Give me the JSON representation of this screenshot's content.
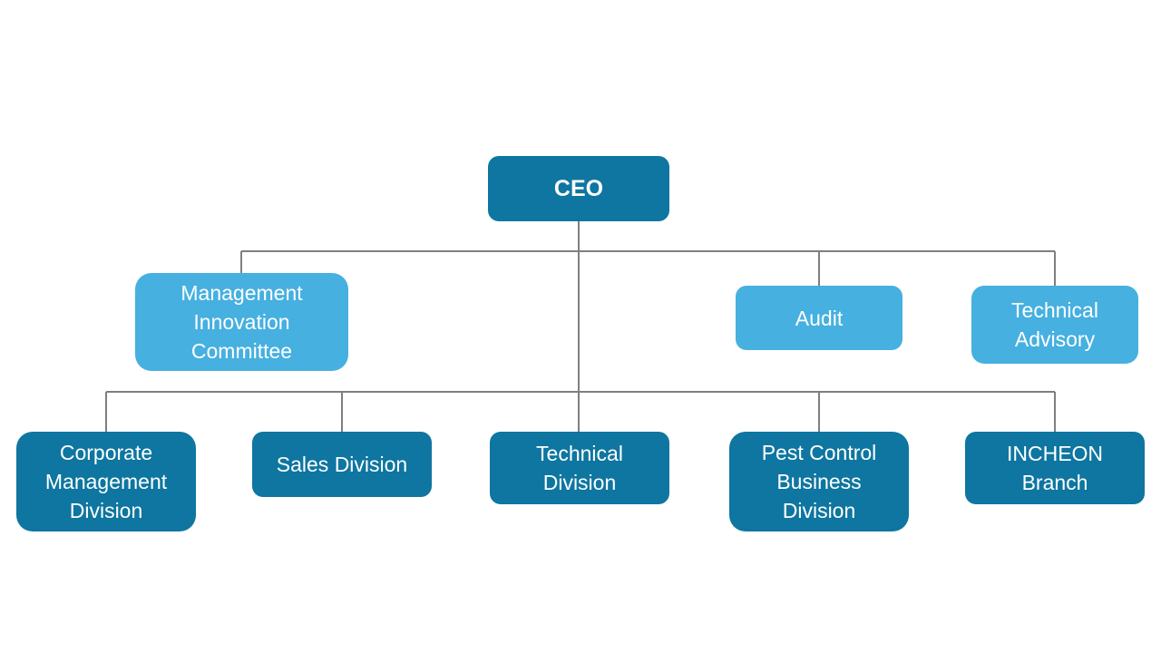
{
  "colors": {
    "dark_box": "#0e76a0",
    "light_box": "#46b0e0",
    "connector": "#7f7f7f",
    "text": "#ffffff"
  },
  "nodes": {
    "ceo": "CEO",
    "management_innovation_committee": "Management\nInnovation\nCommittee",
    "audit": "Audit",
    "technical_advisory": "Technical\nAdvisory",
    "corporate_management_division": "Corporate\nManagement\nDivision",
    "sales_division": "Sales Division",
    "technical_division": "Technical\nDivision",
    "pest_control_business_division": "Pest Control\nBusiness\nDivision",
    "incheon_branch": "INCHEON\nBranch"
  }
}
